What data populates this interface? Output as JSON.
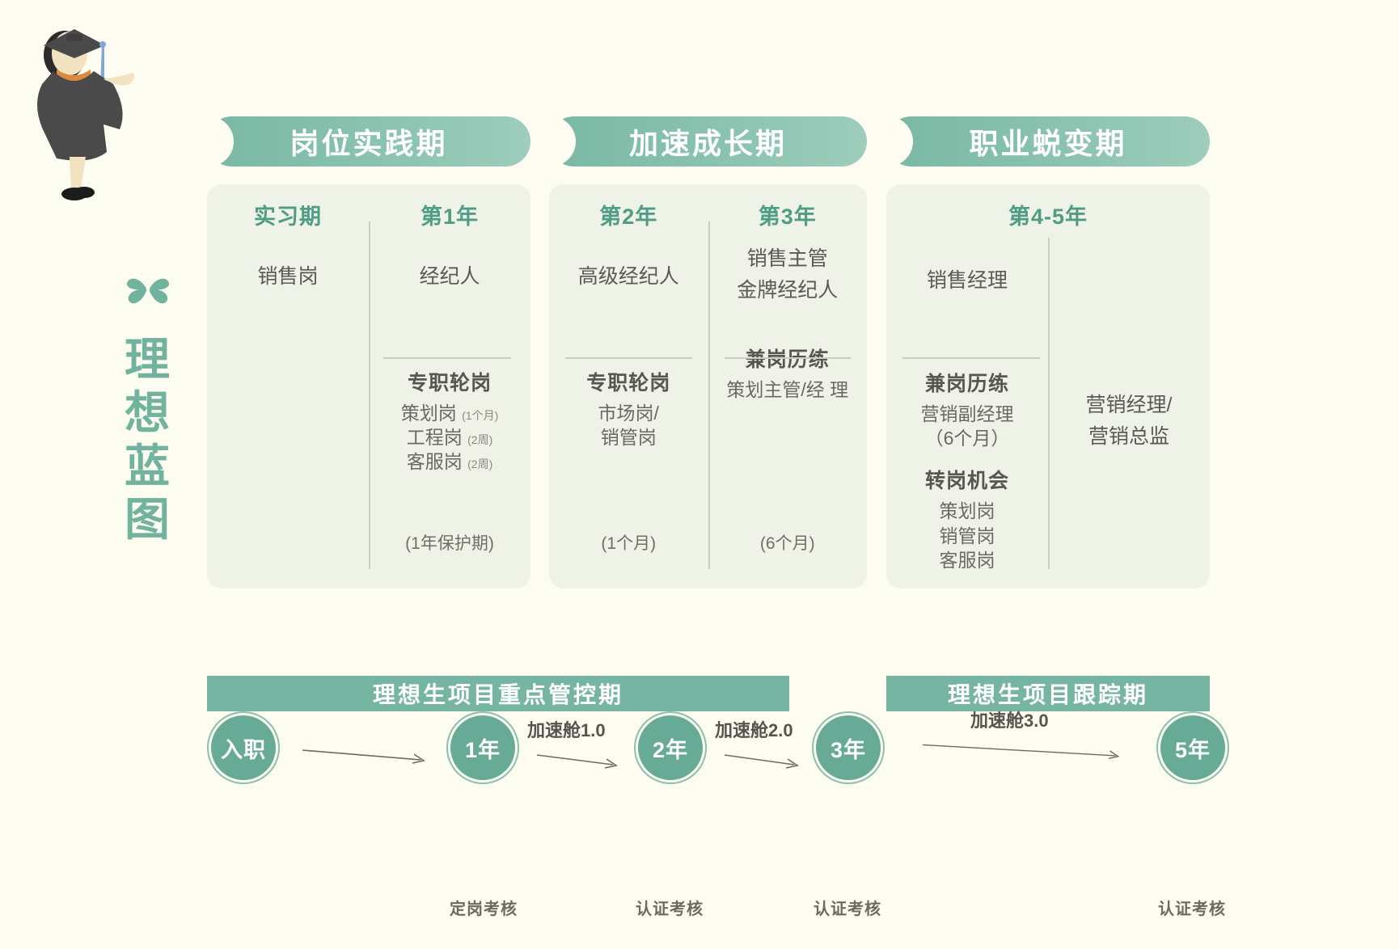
{
  "sidebar": {
    "icon": "clover-icon",
    "title_chars": [
      "理",
      "想",
      "蓝",
      "图"
    ],
    "illustration": "graduate-illustration"
  },
  "phases": [
    {
      "header": "岗位实践期",
      "columns": [
        {
          "year_label": "实习期",
          "roles": [
            "销售岗"
          ],
          "sections": [],
          "note": ""
        },
        {
          "year_label": "第1年",
          "roles": [
            "经纪人"
          ],
          "sections": [
            {
              "title": "专职轮岗",
              "items": [
                {
                  "name": "策划岗",
                  "duration": "(1个月)"
                },
                {
                  "name": "工程岗",
                  "duration": "(2周)"
                },
                {
                  "name": "客服岗",
                  "duration": "(2周)"
                }
              ]
            }
          ],
          "note": "(1年保护期)"
        }
      ]
    },
    {
      "header": "加速成长期",
      "columns": [
        {
          "year_label": "第2年",
          "roles": [
            "高级经纪人"
          ],
          "sections": [
            {
              "title": "专职轮岗",
              "items": [
                {
                  "name": "市场岗/",
                  "duration": ""
                },
                {
                  "name": "销管岗",
                  "duration": ""
                }
              ]
            }
          ],
          "note": "(1个月)"
        },
        {
          "year_label": "第3年",
          "roles": [
            "销售主管",
            "金牌经纪人"
          ],
          "sections": [
            {
              "title": "兼岗历练",
              "items": [
                {
                  "name": "策划主管/经 理",
                  "duration": ""
                }
              ]
            }
          ],
          "note": "(6个月)"
        }
      ]
    },
    {
      "header": "职业蜕变期",
      "columns": [
        {
          "year_label": "第4-5年",
          "roles": [
            "销售经理"
          ],
          "sections": [
            {
              "title": "兼岗历练",
              "items": [
                {
                  "name": "营销副经理",
                  "duration": ""
                },
                {
                  "name": "（6个月）",
                  "duration": ""
                }
              ]
            },
            {
              "title": "转岗机会",
              "items": [
                {
                  "name": "策划岗",
                  "duration": ""
                },
                {
                  "name": "销管岗",
                  "duration": ""
                },
                {
                  "name": "客服岗",
                  "duration": ""
                }
              ]
            }
          ],
          "note": ""
        },
        {
          "year_label": "",
          "roles": [
            "营销经理/",
            "营销总监"
          ],
          "sections": [],
          "note": ""
        }
      ]
    }
  ],
  "banners": [
    "理想生项目重点管控期",
    "理想生项目跟踪期"
  ],
  "timeline": {
    "nodes": [
      {
        "label": "入职",
        "assessment": ""
      },
      {
        "label": "1年",
        "assessment": "定岗考核"
      },
      {
        "label": "2年",
        "assessment": "认证考核"
      },
      {
        "label": "3年",
        "assessment": "认证考核"
      },
      {
        "label": "5年",
        "assessment": "认证考核"
      }
    ],
    "cabins": [
      "加速舱1.0",
      "加速舱2.0",
      "加速舱3.0"
    ]
  },
  "colors": {
    "background": "#fffdf2",
    "panel": "#eef2e7",
    "accent": "#76b5a1",
    "accent_dark": "#4f9d85",
    "node_fill": "#67ab96",
    "text": "#5a5a54",
    "divider": "#c9cec3"
  }
}
